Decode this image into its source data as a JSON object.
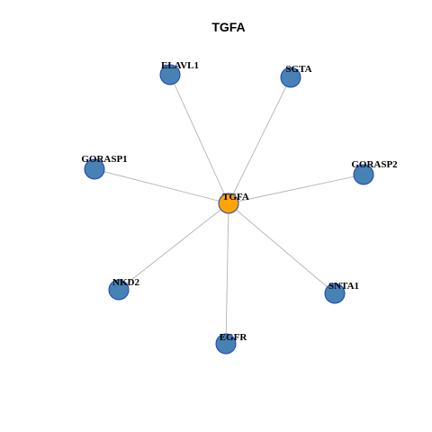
{
  "title": "TGFA",
  "colors": {
    "hub_fill": "#ffa500",
    "hub_stroke": "#8b5a00",
    "node_fill": "#4682b4",
    "node_stroke": "#1e3fbf",
    "edge": "#b3b3b3"
  },
  "network": {
    "hub": {
      "id": "TGFA",
      "label": "TGFA"
    },
    "nodes": [
      {
        "id": "ELAVL1",
        "label": "ELAVL1"
      },
      {
        "id": "SGTA",
        "label": "SGTA"
      },
      {
        "id": "GORASP1",
        "label": "GORASP1"
      },
      {
        "id": "GORASP2",
        "label": "GORASP2"
      },
      {
        "id": "NKD2",
        "label": "NKD2"
      },
      {
        "id": "SNTA1",
        "label": "SNTA1"
      },
      {
        "id": "EGFR",
        "label": "EGFR"
      }
    ],
    "edges": [
      [
        "TGFA",
        "ELAVL1"
      ],
      [
        "TGFA",
        "SGTA"
      ],
      [
        "TGFA",
        "GORASP1"
      ],
      [
        "TGFA",
        "GORASP2"
      ],
      [
        "TGFA",
        "NKD2"
      ],
      [
        "TGFA",
        "SNTA1"
      ],
      [
        "TGFA",
        "EGFR"
      ]
    ]
  }
}
